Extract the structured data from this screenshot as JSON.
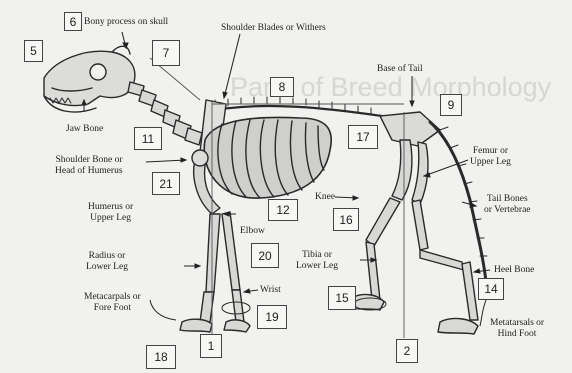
{
  "labels": {
    "bony_process": "Bony process on skull",
    "shoulder_blades": "Shoulder Blades or Withers",
    "base_of_tail": "Base of Tail",
    "jaw_bone": "Jaw Bone",
    "femur_1": "Femur or",
    "femur_2": "Upper Leg",
    "shoulder_bone_1": "Shoulder Bone or",
    "shoulder_bone_2": "Head of Humerus",
    "tail_bones_1": "Tail Bones",
    "tail_bones_2": "or Vertebrae",
    "knee": "Knee",
    "humerus_1": "Humerus or",
    "humerus_2": "Upper Leg",
    "elbow": "Elbow",
    "radius_1": "Radius or",
    "radius_2": "Lower Leg",
    "tibia_1": "Tibia or",
    "tibia_2": "Lower Leg",
    "heel_bone": "Heel Bone",
    "wrist": "Wrist",
    "metacarpals_1": "Metacarpals or",
    "metacarpals_2": "Fore Foot",
    "metatarsals_1": "Metatarsals or",
    "metatarsals_2": "Hind Foot"
  },
  "numbers": {
    "n1": "1",
    "n2": "2",
    "n5": "5",
    "n6": "6",
    "n7": "7",
    "n8": "8",
    "n9": "9",
    "n11": "11",
    "n12": "12",
    "n14": "14",
    "n15": "15",
    "n16": "16",
    "n17": "17",
    "n18": "18",
    "n19": "19",
    "n20": "20",
    "n21": "21"
  },
  "background_text": {
    "line1": "Parts of Breed Morphology"
  }
}
